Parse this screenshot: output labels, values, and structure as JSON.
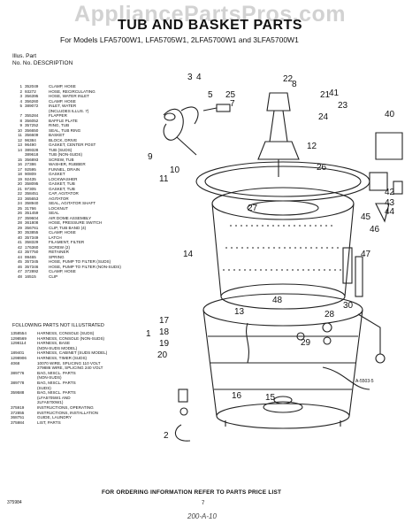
{
  "watermark": "AppliancePartsPros.com",
  "title": "TUB AND BASKET PARTS",
  "subtitle": "For Models LFA5700W1, LFA5705W1, 2LFA5700W1 and 3LFA5700W1",
  "table_header": {
    "line1": "Illus.  Part",
    "line2": "No.       No.        DESCRIPTION"
  },
  "parts": [
    {
      "num": "1",
      "part": "352049",
      "desc": "CLAMP, HOSE"
    },
    {
      "num": "2",
      "part": "93272",
      "desc": "HOSE, RECIRCULATING"
    },
    {
      "num": "3",
      "part": "356395",
      "desc": "HOSE, WATER INLET"
    },
    {
      "num": "4",
      "part": "356260",
      "desc": "CLAMP, HOSE"
    },
    {
      "num": "5",
      "part": "389072",
      "desc": "INLET, WATER"
    },
    {
      "num": "",
      "part": "",
      "desc": "(INCLUDES ILLUS. 7)"
    },
    {
      "num": "7",
      "part": "355284",
      "desc": "FLAPPER"
    },
    {
      "num": "8",
      "part": "356052",
      "desc": "BAFFLE PLATE"
    },
    {
      "num": "9",
      "part": "357252",
      "desc": "RING, TUB"
    },
    {
      "num": "10",
      "part": "356650",
      "desc": "SEAL, TUB RING"
    },
    {
      "num": "11",
      "part": "356609",
      "desc": "BASKET"
    },
    {
      "num": "12",
      "part": "96384",
      "desc": "BLOCK, DRIVE"
    },
    {
      "num": "13",
      "part": "96490",
      "desc": "GASKET, CENTER POST"
    },
    {
      "num": "14",
      "part": "389328",
      "desc": "TUB (SUDS)"
    },
    {
      "num": "",
      "part": "389618",
      "desc": "TUB (NON-SUDS)"
    },
    {
      "num": "15",
      "part": "356893",
      "desc": "SCREW, TUB"
    },
    {
      "num": "16",
      "part": "27386",
      "desc": "WASHER, RUBBER"
    },
    {
      "num": "17",
      "part": "92595",
      "desc": "FUNNEL, DRAIN"
    },
    {
      "num": "18",
      "part": "90809",
      "desc": "GASKET"
    },
    {
      "num": "19",
      "part": "92435",
      "desc": "LOCKWASHER"
    },
    {
      "num": "20",
      "part": "358095",
      "desc": "GASKET, TUB"
    },
    {
      "num": "21",
      "part": "97305",
      "desc": "GASKET, TUB"
    },
    {
      "num": "22",
      "part": "358451",
      "desc": "CAP, AGITATOR"
    },
    {
      "num": "23",
      "part": "365653",
      "desc": "AGITATOR"
    },
    {
      "num": "24",
      "part": "358940",
      "desc": "SEAL, AGITATOR SHAFT"
    },
    {
      "num": "25",
      "part": "31766",
      "desc": "LOCKNUT"
    },
    {
      "num": "26",
      "part": "351459",
      "desc": "SEAL"
    },
    {
      "num": "27",
      "part": "359604",
      "desc": "AIR DOME ASSEMBLY"
    },
    {
      "num": "28",
      "part": "361808",
      "desc": "HOSE, PRESSURE SWITCH"
    },
    {
      "num": "29",
      "part": "356761",
      "desc": "CLIP, TUB BAND (4)"
    },
    {
      "num": "30",
      "part": "353855",
      "desc": "CLAMP, HOSE"
    },
    {
      "num": "40",
      "part": "357349",
      "desc": "LATCH"
    },
    {
      "num": "41",
      "part": "358329",
      "desc": "FILAMENT, FILTER"
    },
    {
      "num": "42",
      "part": "176360",
      "desc": "SCREW (2)"
    },
    {
      "num": "43",
      "part": "357750",
      "desc": "RETAINER"
    },
    {
      "num": "44",
      "part": "99465",
      "desc": "SPRING"
    },
    {
      "num": "45",
      "part": "357345",
      "desc": "HOSE, PUMP TO FILTER (SUDS)"
    },
    {
      "num": "46",
      "part": "357346",
      "desc": "HOSE, PUMP TO FILTER (NON-SUDS)"
    },
    {
      "num": "47",
      "part": "372892",
      "desc": "CLAMP, HOSE"
    },
    {
      "num": "48",
      "part": "16515",
      "desc": "CLIP"
    }
  ],
  "following_header": "FOLLOWING PARTS NOT ILLUSTRATED",
  "following": [
    {
      "part": "1358554",
      "desc": "HARNESS, CONSOLE (SUDS)"
    },
    {
      "part": "1298569",
      "desc": "HARNESS, CONSOLE (NON-SUDS)"
    },
    {
      "part": "1298114",
      "desc": "HARNESS, BASE"
    },
    {
      "part": "",
      "desc": "(NON-SUDS MODEL)"
    },
    {
      "part": "189401",
      "desc": "HARNESS, CABINET (SUDS MODEL)"
    },
    {
      "part": "1298906",
      "desc": "HARNESS, TIMER (SUDS)"
    },
    {
      "part": "",
      "desc": ""
    },
    {
      "part": "4068",
      "desc": "10070 WIRE, SPLICING 110 VOLT"
    },
    {
      "part": "",
      "desc": "279886 WIRE, SPLICING 240 VOLT"
    },
    {
      "part": "",
      "desc": ""
    },
    {
      "part": "389776",
      "desc": "BAG, MISCL. PARTS"
    },
    {
      "part": "",
      "desc": "(NON-SUDS)"
    },
    {
      "part": "389778",
      "desc": "BAG, MISCL. PARTS"
    },
    {
      "part": "",
      "desc": "(SUDS)"
    },
    {
      "part": "359588",
      "desc": "BAG, MISCL. PARTS"
    },
    {
      "part": "",
      "desc": "(LFA5705W1 AND"
    },
    {
      "part": "",
      "desc": "2LFA5700W1)"
    },
    {
      "part": "375919",
      "desc": "INSTRUCTIONS, OPERATING"
    },
    {
      "part": "372855",
      "desc": "INSTRUCTIONS, INSTALLATION"
    },
    {
      "part": "368751",
      "desc": "GUIDE, LAUNDRY"
    },
    {
      "part": "375984",
      "desc": "LIST, PARTS"
    }
  ],
  "diagram": {
    "callouts": [
      "1",
      "2",
      "3",
      "4",
      "5",
      "7",
      "8",
      "9",
      "10",
      "11",
      "12",
      "13",
      "14",
      "15",
      "16",
      "17",
      "18",
      "19",
      "20",
      "21",
      "22",
      "23",
      "24",
      "25",
      "26",
      "27",
      "28",
      "29",
      "30",
      "40",
      "41",
      "42",
      "43",
      "44",
      "45",
      "46",
      "47",
      "48"
    ],
    "figure_code": "A-5503-5"
  },
  "footer": "FOR ORDERING INFORMATION REFER TO PARTS PRICE LIST",
  "page_code": "375984",
  "page_number": "7",
  "handwritten_note": "200-A-10"
}
